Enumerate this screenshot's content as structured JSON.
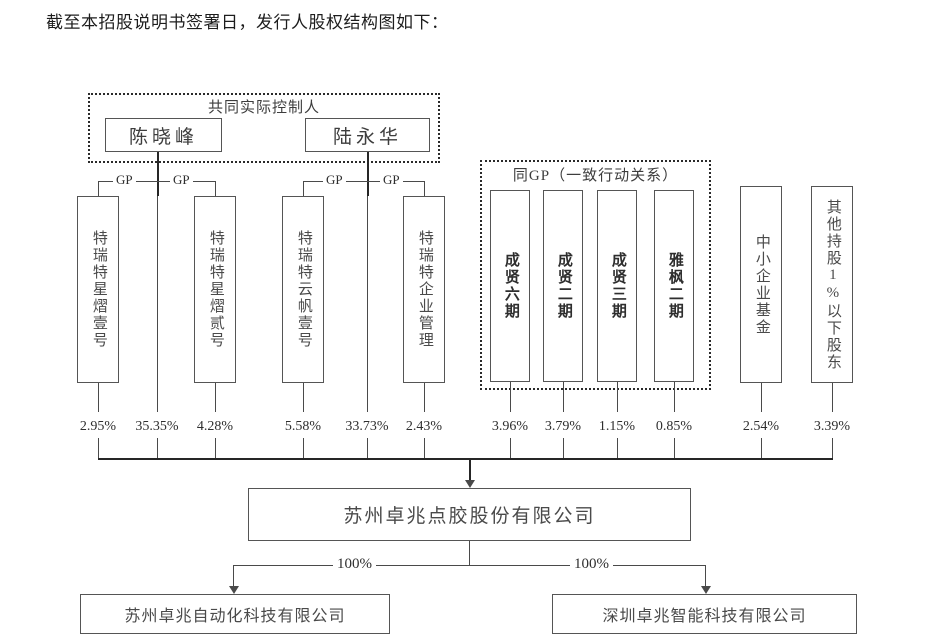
{
  "header": {
    "text": "截至本招股说明书签署日，发行人股权结构图如下："
  },
  "control_group": {
    "label": "共同实际控制人",
    "persons": [
      {
        "name": "陈晓峰"
      },
      {
        "name": "陆永华"
      }
    ],
    "gp_label": "GP"
  },
  "gp_group": {
    "label": "同GP（一致行动关系）"
  },
  "shareholders": [
    {
      "name": "特瑞特星熠壹号",
      "percent": "2.95%"
    },
    {
      "name": "陈晓峰",
      "percent": "35.35%"
    },
    {
      "name": "特瑞特星熠贰号",
      "percent": "4.28%"
    },
    {
      "name": "特瑞特云帆壹号",
      "percent": "5.58%"
    },
    {
      "name": "陆永华",
      "percent": "33.73%"
    },
    {
      "name": "特瑞特企业管理",
      "percent": "2.43%"
    },
    {
      "name": "成贤六期",
      "percent": "3.96%"
    },
    {
      "name": "成贤二期",
      "percent": "3.79%"
    },
    {
      "name": "成贤三期",
      "percent": "1.15%"
    },
    {
      "name": "雅枫二期",
      "percent": "0.85%"
    },
    {
      "name": "中小企业基金",
      "percent": "2.54%"
    },
    {
      "name": "其他持股1%以下股东",
      "percent": "3.39%"
    }
  ],
  "issuer": {
    "name": "苏州卓兆点胶股份有限公司"
  },
  "subsidiaries": [
    {
      "name": "苏州卓兆自动化科技有限公司",
      "percent": "100%"
    },
    {
      "name": "深圳卓兆智能科技有限公司",
      "percent": "100%"
    }
  ]
}
